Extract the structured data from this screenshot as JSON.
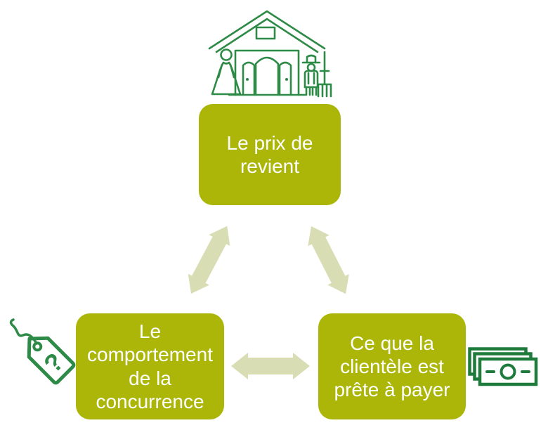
{
  "diagram": {
    "description": "Triangle of three factors linked by double arrows"
  },
  "boxes": {
    "top": {
      "label": "Le prix de revient"
    },
    "bottom_left": {
      "label": "Le comportement de la concurrence"
    },
    "bottom_right": {
      "label": "Ce que la clientèle est prête à payer"
    }
  },
  "icons": {
    "top": "farmhouse-with-woman-and-farmer-icon",
    "bottom_left": "price-tag-question-mark-icon",
    "bottom_right": "banknotes-icon",
    "tag_question_mark": "?"
  },
  "colors": {
    "box_fill": "#ABB609",
    "box_text": "#FFFFFF",
    "arrow_fill": "#D8DDB4",
    "outline_icon_green": "#2E8B47",
    "money_icon_green": "#1E7B3C",
    "background": "#FFFFFF"
  }
}
